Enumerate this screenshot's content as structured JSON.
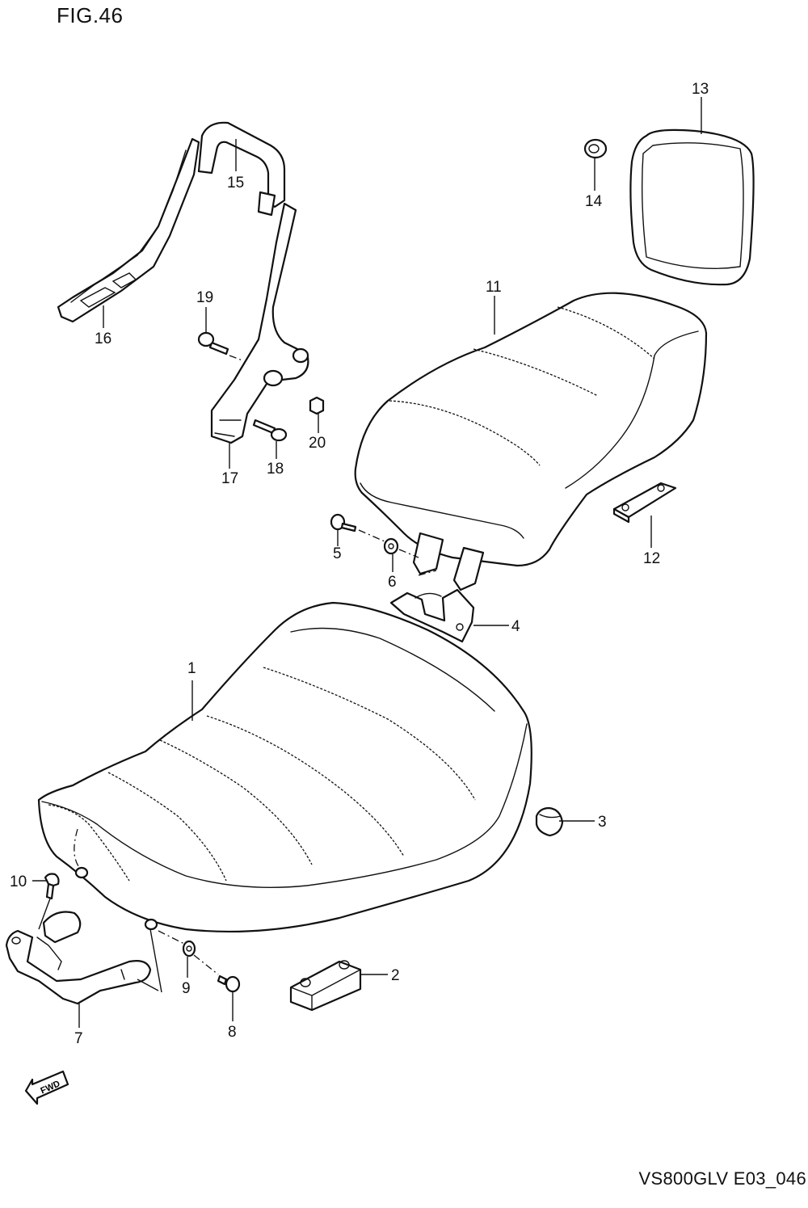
{
  "figure": {
    "title": "FIG.46",
    "code": "VS800GLV E03_046"
  },
  "fwd_label": "FWD",
  "callouts": [
    "1",
    "2",
    "3",
    "4",
    "5",
    "6",
    "7",
    "8",
    "9",
    "10",
    "11",
    "12",
    "13",
    "14",
    "15",
    "16",
    "17",
    "18",
    "19",
    "20"
  ]
}
